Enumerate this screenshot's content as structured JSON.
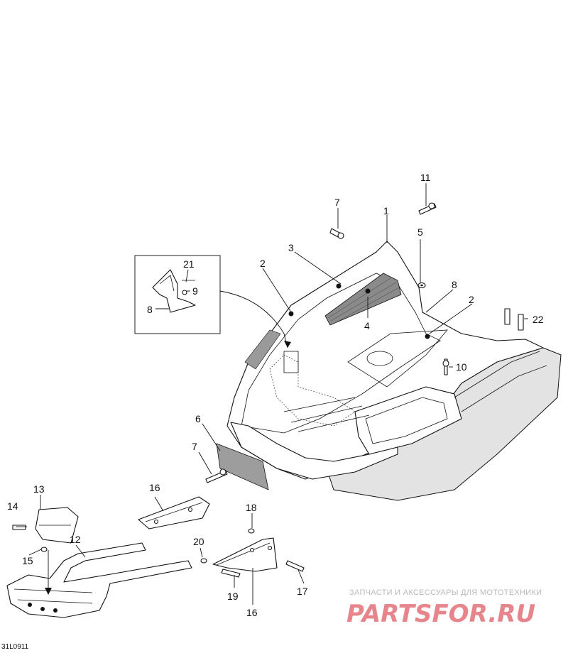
{
  "diagram_id": "31L0911",
  "watermark": {
    "tagline": "ЗАПЧАСТИ И АКСЕССУАРЫ ДЛЯ МОТОТЕХНИКИ",
    "logo_text": "PARTSFOR.RU"
  },
  "callouts": [
    "1",
    "2",
    "2",
    "3",
    "4",
    "5",
    "6",
    "7",
    "7",
    "8",
    "8",
    "9",
    "10",
    "11",
    "12",
    "13",
    "14",
    "15",
    "16",
    "16",
    "17",
    "18",
    "19",
    "20",
    "21",
    "22"
  ]
}
